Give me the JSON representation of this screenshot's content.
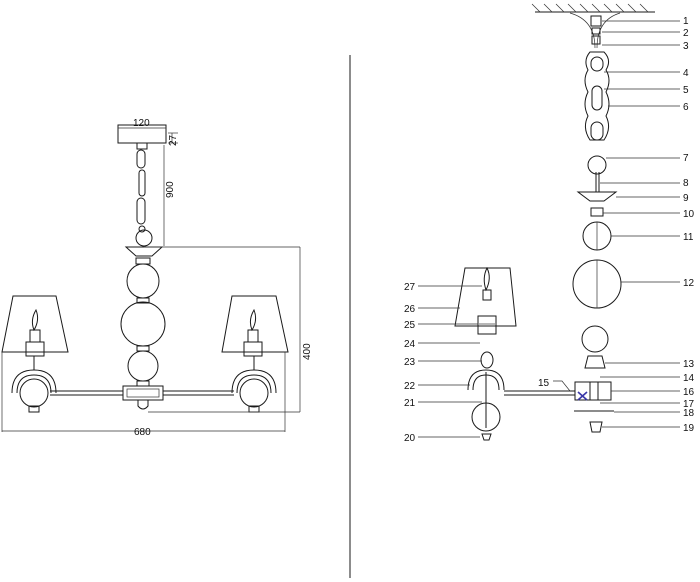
{
  "dimensions": {
    "canopy_width": "120",
    "canopy_height": "27",
    "chain_length": "900",
    "height": "400",
    "width": "680"
  },
  "parts": [
    "1",
    "2",
    "3",
    "4",
    "5",
    "6",
    "7",
    "8",
    "9",
    "10",
    "11",
    "12",
    "13",
    "14",
    "15",
    "16",
    "17",
    "18",
    "19",
    "20",
    "21",
    "22",
    "23",
    "24",
    "25",
    "26",
    "27"
  ]
}
